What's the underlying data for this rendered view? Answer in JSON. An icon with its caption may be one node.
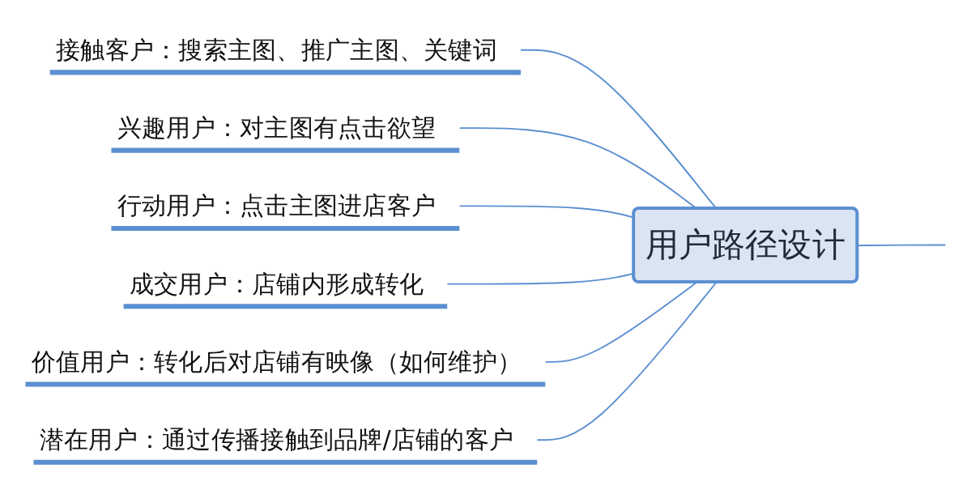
{
  "diagram": {
    "nodes": [
      {
        "text": [
          "用户路径设计"
        ]
      },
      {
        "text": [
          "接触客户：搜索主图、推广主图、关键词"
        ]
      },
      {
        "text": [
          "兴趣用户：对主图有点击欲望"
        ]
      },
      {
        "text": [
          "行动用户：点击主图进店客户"
        ]
      },
      {
        "text": [
          "成交用户：店铺内形成转化"
        ]
      },
      {
        "text": [
          "价值用户：转化后对店铺有映像（如何维护）"
        ]
      },
      {
        "text": [
          "潜在用户：通过传播接触到品牌/店铺的客户"
        ]
      }
    ],
    "edges": [
      {
        "from": 0,
        "to": 1,
        "arrow": "none"
      },
      {
        "from": 0,
        "to": 2,
        "arrow": "none"
      },
      {
        "from": 0,
        "to": 3,
        "arrow": "none"
      },
      {
        "from": 0,
        "to": 4,
        "arrow": "none"
      },
      {
        "from": 0,
        "to": 5,
        "arrow": "none"
      },
      {
        "from": 0,
        "to": 6,
        "arrow": "none"
      },
      {
        "from": 0,
        "to": null,
        "arrow": "none"
      }
    ]
  }
}
